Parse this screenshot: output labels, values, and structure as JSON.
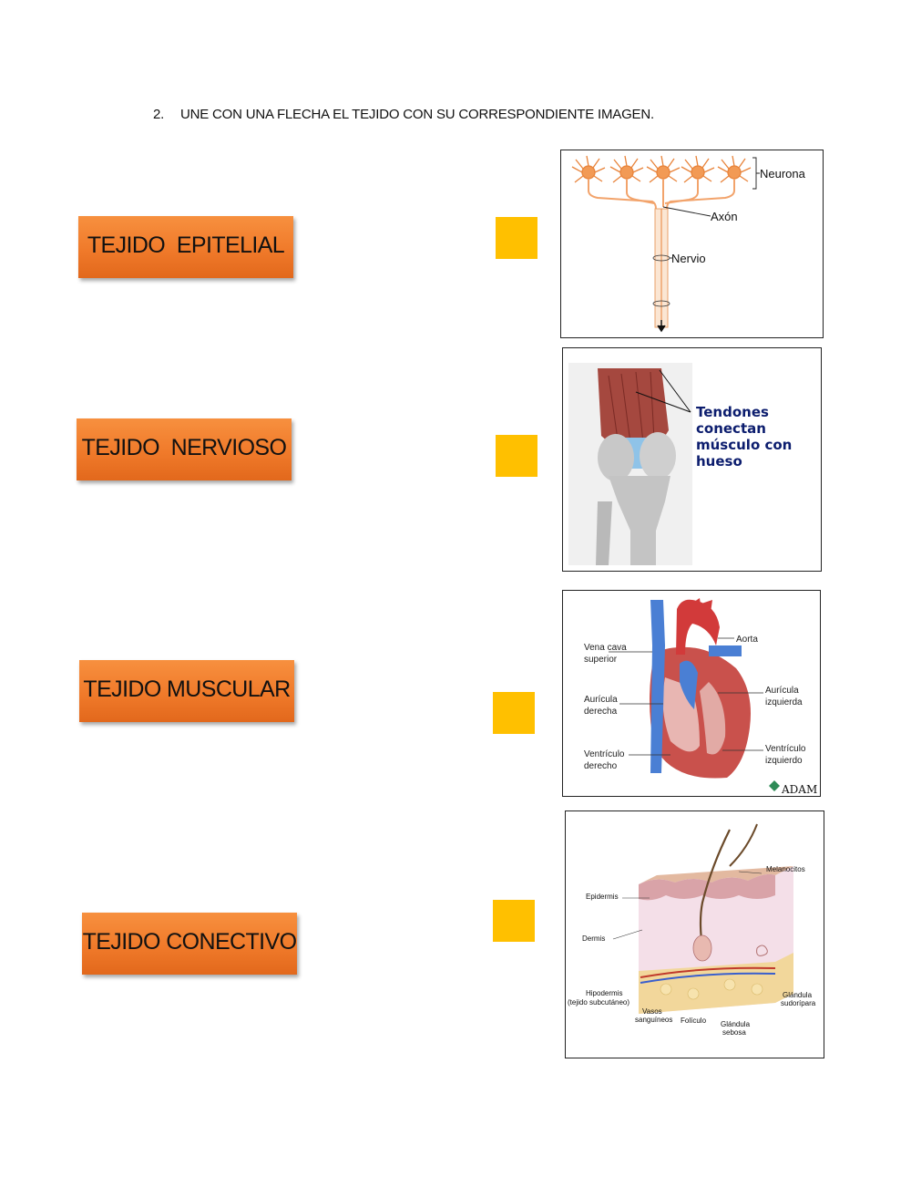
{
  "instruction": {
    "number": "2.",
    "text": "UNE CON UNA FLECHA EL TEJIDO CON SU CORRESPONDIENTE IMAGEN."
  },
  "tissues": [
    {
      "label": "TEJIDO  EPITELIAL"
    },
    {
      "label": "TEJIDO  NERVIOSO"
    },
    {
      "label": "TEJIDO MUSCULAR"
    },
    {
      "label": "TEJIDO CONECTIVO"
    }
  ],
  "colors": {
    "button_orange": "#f07a2a",
    "target_yellow": "#ffc000",
    "nerve_orange": "#f2a36b",
    "tendon_blue": "#0c1d6e"
  },
  "images": {
    "neuron": {
      "neurona": "Neurona",
      "axon": "Axón",
      "nervio": "Nervio"
    },
    "tendon": {
      "line1": "Tendones",
      "line2": "conectan",
      "line3": "músculo con",
      "line4": "hueso"
    },
    "heart": {
      "vena_cava_1": "Vena cava",
      "vena_cava_2": "superior",
      "aorta": "Aorta",
      "auricula_der_1": "Aurícula",
      "auricula_der_2": "derecha",
      "auricula_izq_1": "Aurícula",
      "auricula_izq_2": "izquierda",
      "ventriculo_der_1": "Ventrículo",
      "ventriculo_der_2": "derecho",
      "ventriculo_izq_1": "Ventrículo",
      "ventriculo_izq_2": "izquierdo",
      "brand": "ADAM"
    },
    "skin": {
      "melanocitos": "Melanocitos",
      "epidermis": "Epidermis",
      "dermis": "Dermis",
      "hipodermis_1": "Hipodermis",
      "hipodermis_2": "(tejido subcutáneo)",
      "vasos_1": "Vasos",
      "vasos_2": "sanguíneos",
      "foliculo": "Folículo",
      "glandula_seb_1": "Glándula",
      "glandula_seb_2": "sebosa",
      "glandula_sud_1": "Glándula",
      "glandula_sud_2": "sudorípara"
    }
  }
}
